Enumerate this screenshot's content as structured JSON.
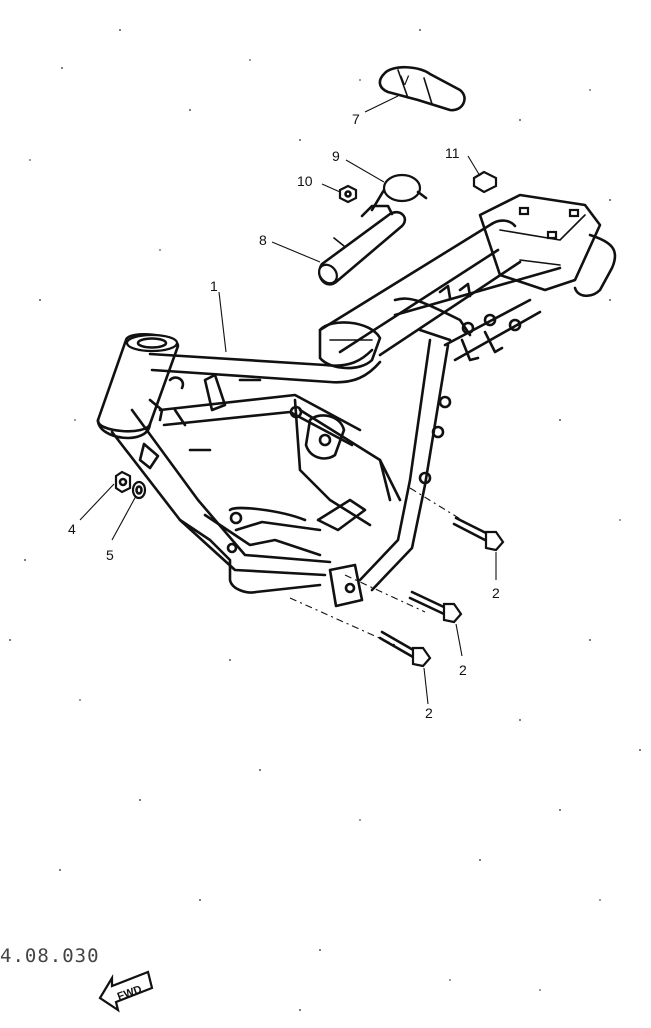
{
  "figure_code": "4.08.030",
  "forward_label": "FWD",
  "callouts": {
    "c1": "1",
    "c2a": "2",
    "c2b": "2",
    "c2c": "2",
    "c4": "4",
    "c5": "5",
    "c7": "7",
    "c8": "8",
    "c9": "9",
    "c10": "10",
    "c11": "11"
  }
}
